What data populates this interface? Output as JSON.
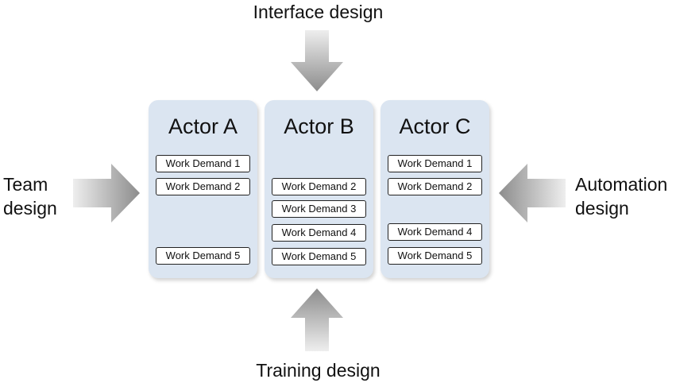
{
  "labels": {
    "top": "Interface design",
    "bottom": "Training design",
    "left_line1": "Team",
    "left_line2": "design",
    "right_line1": "Automation",
    "right_line2": "design"
  },
  "actors": [
    {
      "name": "Actor A",
      "demands": [
        "Work Demand 1",
        "Work Demand 2",
        "Work Demand 5"
      ]
    },
    {
      "name": "Actor B",
      "demands": [
        "Work Demand 2",
        "Work Demand 3",
        "Work Demand 4",
        "Work Demand 5"
      ]
    },
    {
      "name": "Actor C",
      "demands": [
        "Work Demand 1",
        "Work Demand 2",
        "Work Demand 4",
        "Work Demand 5"
      ]
    }
  ],
  "colors": {
    "panel": "#dbe5f1",
    "arrow_light": "#eeeeee",
    "arrow_dark": "#8c8c8c"
  }
}
